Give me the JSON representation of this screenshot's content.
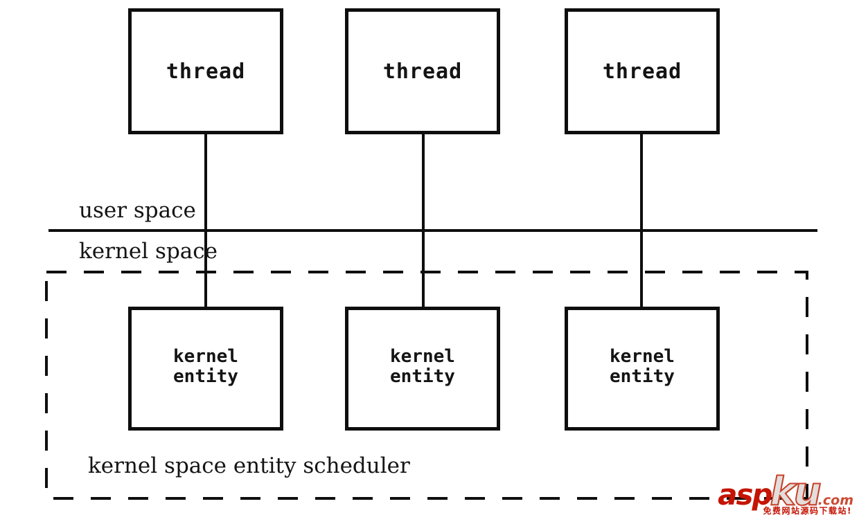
{
  "diagram": {
    "user_space_label": "user space",
    "kernel_space_label": "kernel space",
    "scheduler_label": "kernel space entity scheduler",
    "thread_boxes": [
      {
        "label": "thread"
      },
      {
        "label": "thread"
      },
      {
        "label": "thread"
      }
    ],
    "kernel_entity_boxes": [
      {
        "label": "kernel\nentity"
      },
      {
        "label": "kernel\nentity"
      },
      {
        "label": "kernel\nentity"
      }
    ],
    "colors": {
      "line": "#0e0e0e",
      "background": "#ffffff"
    }
  },
  "watermark": {
    "brand_asp": "asp",
    "brand_ku": "ku",
    "brand_suffix": ".com",
    "tagline": "免费网站源码下载站!",
    "brand_color": "#c41504"
  }
}
